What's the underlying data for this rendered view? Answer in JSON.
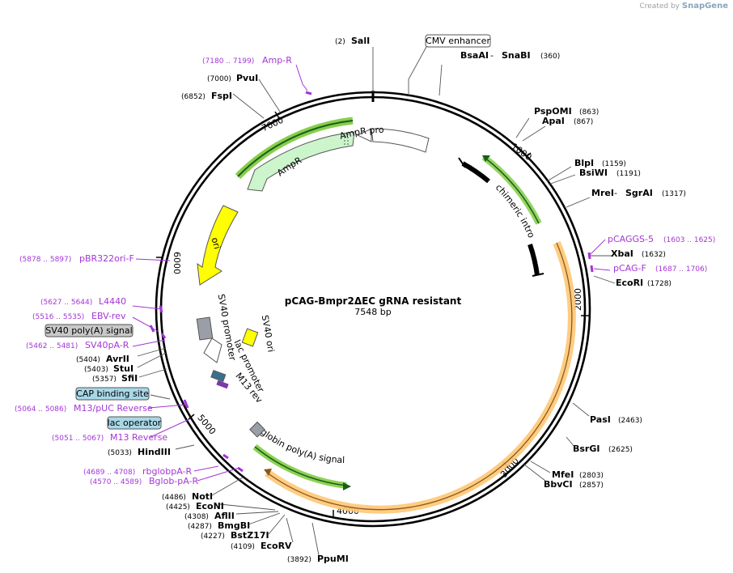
{
  "header": {
    "created_by": "Created by",
    "brand": "SnapGene"
  },
  "plasmid": {
    "name": "pCAG-Bmpr2ΔEC gRNA resistant",
    "size": "7548 bp"
  },
  "ticks": [
    "1000",
    "2000",
    "3000",
    "4000",
    "5000",
    "6000",
    "7000"
  ],
  "features": {
    "cmv_enhancer": "CMV enhancer",
    "chimeric_intron": "chimeric intron",
    "ampr": "AmpR",
    "ampr_promoter": "AmpR promoter",
    "ori": "ori",
    "sv40_promoter": "SV40 promoter",
    "sv40_ori": "SV40 ori",
    "lac_promoter": "lac promoter",
    "m13_rev": "M13 rev",
    "bglobin": "β-globin poly(A) signal"
  },
  "boxed_labels": {
    "cmv_enhancer": "CMV enhancer",
    "sv40_polya": "SV40 poly(A) signal",
    "cap_binding": "CAP binding site",
    "lac_operator": "lac operator"
  },
  "sites": {
    "sali": {
      "pos": "(2)",
      "name": "SalI"
    },
    "bsaai": {
      "name": "BsaAI",
      "sep": " - ",
      "name2": "SnaBI",
      "pos": "(360)"
    },
    "pspomi": {
      "name": "PspOMI",
      "pos": "(863)"
    },
    "apai": {
      "name": "ApaI",
      "pos": "(867)"
    },
    "blpi": {
      "name": "BlpI",
      "pos": "(1159)"
    },
    "bsiwi": {
      "name": "BsiWI",
      "pos": "(1191)"
    },
    "mrei": {
      "name": "MreI",
      "sep": " - ",
      "name2": "SgrAI",
      "pos": "(1317)"
    },
    "xbai": {
      "name": "XbaI",
      "pos": "(1632)"
    },
    "ecori": {
      "name": "EcoRI",
      "pos": "(1728)"
    },
    "pasi": {
      "name": "PasI",
      "pos": "(2463)"
    },
    "bsrgi": {
      "name": "BsrGI",
      "pos": "(2625)"
    },
    "mfei": {
      "name": "MfeI",
      "pos": "(2803)"
    },
    "bbvci": {
      "name": "BbvCI",
      "pos": "(2857)"
    },
    "ppumi": {
      "pos": "(3892)",
      "name": "PpuMI"
    },
    "ecorv": {
      "pos": "(4109)",
      "name": "EcoRV"
    },
    "bstz17i": {
      "pos": "(4227)",
      "name": "BstZ17I"
    },
    "bmgbi": {
      "pos": "(4287)",
      "name": "BmgBI"
    },
    "aflii": {
      "pos": "(4308)",
      "name": "AflII"
    },
    "econi": {
      "pos": "(4425)",
      "name": "EcoNI"
    },
    "noti": {
      "pos": "(4486)",
      "name": "NotI"
    },
    "hindiii": {
      "pos": "(5033)",
      "name": "HindIII"
    },
    "sfii": {
      "pos": "(5357)",
      "name": "SfiI"
    },
    "stui": {
      "pos": "(5403)",
      "name": "StuI"
    },
    "avrii": {
      "pos": "(5404)",
      "name": "AvrII"
    },
    "pvui": {
      "pos": "(7000)",
      "name": "PvuI"
    },
    "fspi": {
      "pos": "(6852)",
      "name": "FspI"
    }
  },
  "primers": {
    "pcaggs5": {
      "name": "pCAGGS-5",
      "range": "(1603 .. 1625)"
    },
    "pcagf": {
      "name": "pCAG-F",
      "range": "(1687 .. 1706)"
    },
    "ampr_p": {
      "range": "(7180 .. 7199)",
      "name": "Amp-R"
    },
    "pbr322": {
      "range": "(5878 .. 5897)",
      "name": "pBR322ori-F"
    },
    "l4440": {
      "range": "(5627 .. 5644)",
      "name": "L4440"
    },
    "ebvrev": {
      "range": "(5516 .. 5535)",
      "name": "EBV-rev"
    },
    "sv40par": {
      "range": "(5462 .. 5481)",
      "name": "SV40pA-R"
    },
    "m13puc": {
      "range": "(5064 .. 5086)",
      "name": "M13/pUC Reverse"
    },
    "m13rev": {
      "range": "(5051 .. 5067)",
      "name": "M13 Reverse"
    },
    "rbglob": {
      "range": "(4689 .. 4708)",
      "name": "rbglobpA-R"
    },
    "bglob": {
      "range": "(4570 .. 4589)",
      "name": "Bglob-pA-R"
    }
  },
  "colors": {
    "backbone": "#000000",
    "site_line": "#555555",
    "primer": "#a336d6",
    "ampr_fill": "#ccf5cc",
    "ori_fill": "#ffff00",
    "green_band": "#72c52b",
    "orange_band": "#ffc774",
    "grey_feature": "#9a9ea6",
    "box_grey": "#c8c8c8",
    "box_blue": "#a8d8e8"
  }
}
